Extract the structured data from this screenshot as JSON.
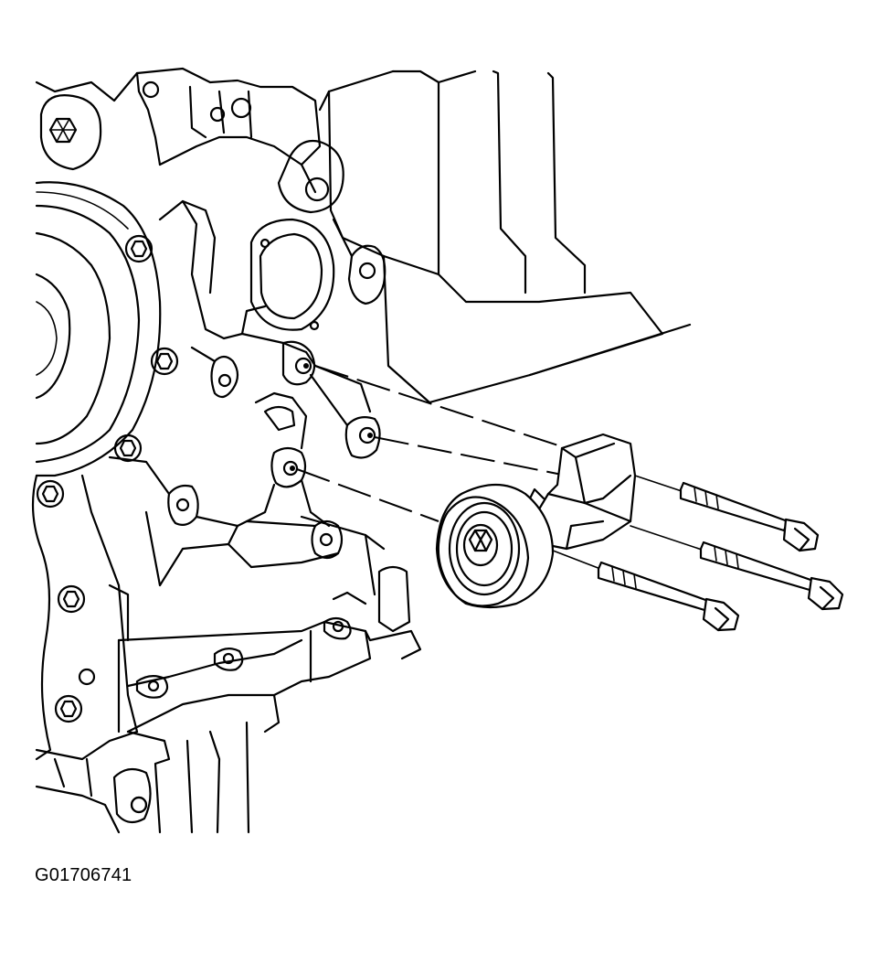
{
  "figure": {
    "code": "G01706741",
    "ink_color": "#000000",
    "background_color": "#ffffff"
  },
  "parts": {
    "engine_block": {
      "icon": "engine-block-drawing"
    },
    "crankshaft_pulley": {
      "icon": "pulley-drawing"
    },
    "idler_pulley_bracket": {
      "icon": "idler-pulley-bracket-drawing"
    },
    "bolts": [
      {
        "icon": "bolt-upper"
      },
      {
        "icon": "bolt-middle"
      },
      {
        "icon": "bolt-lower"
      }
    ]
  }
}
